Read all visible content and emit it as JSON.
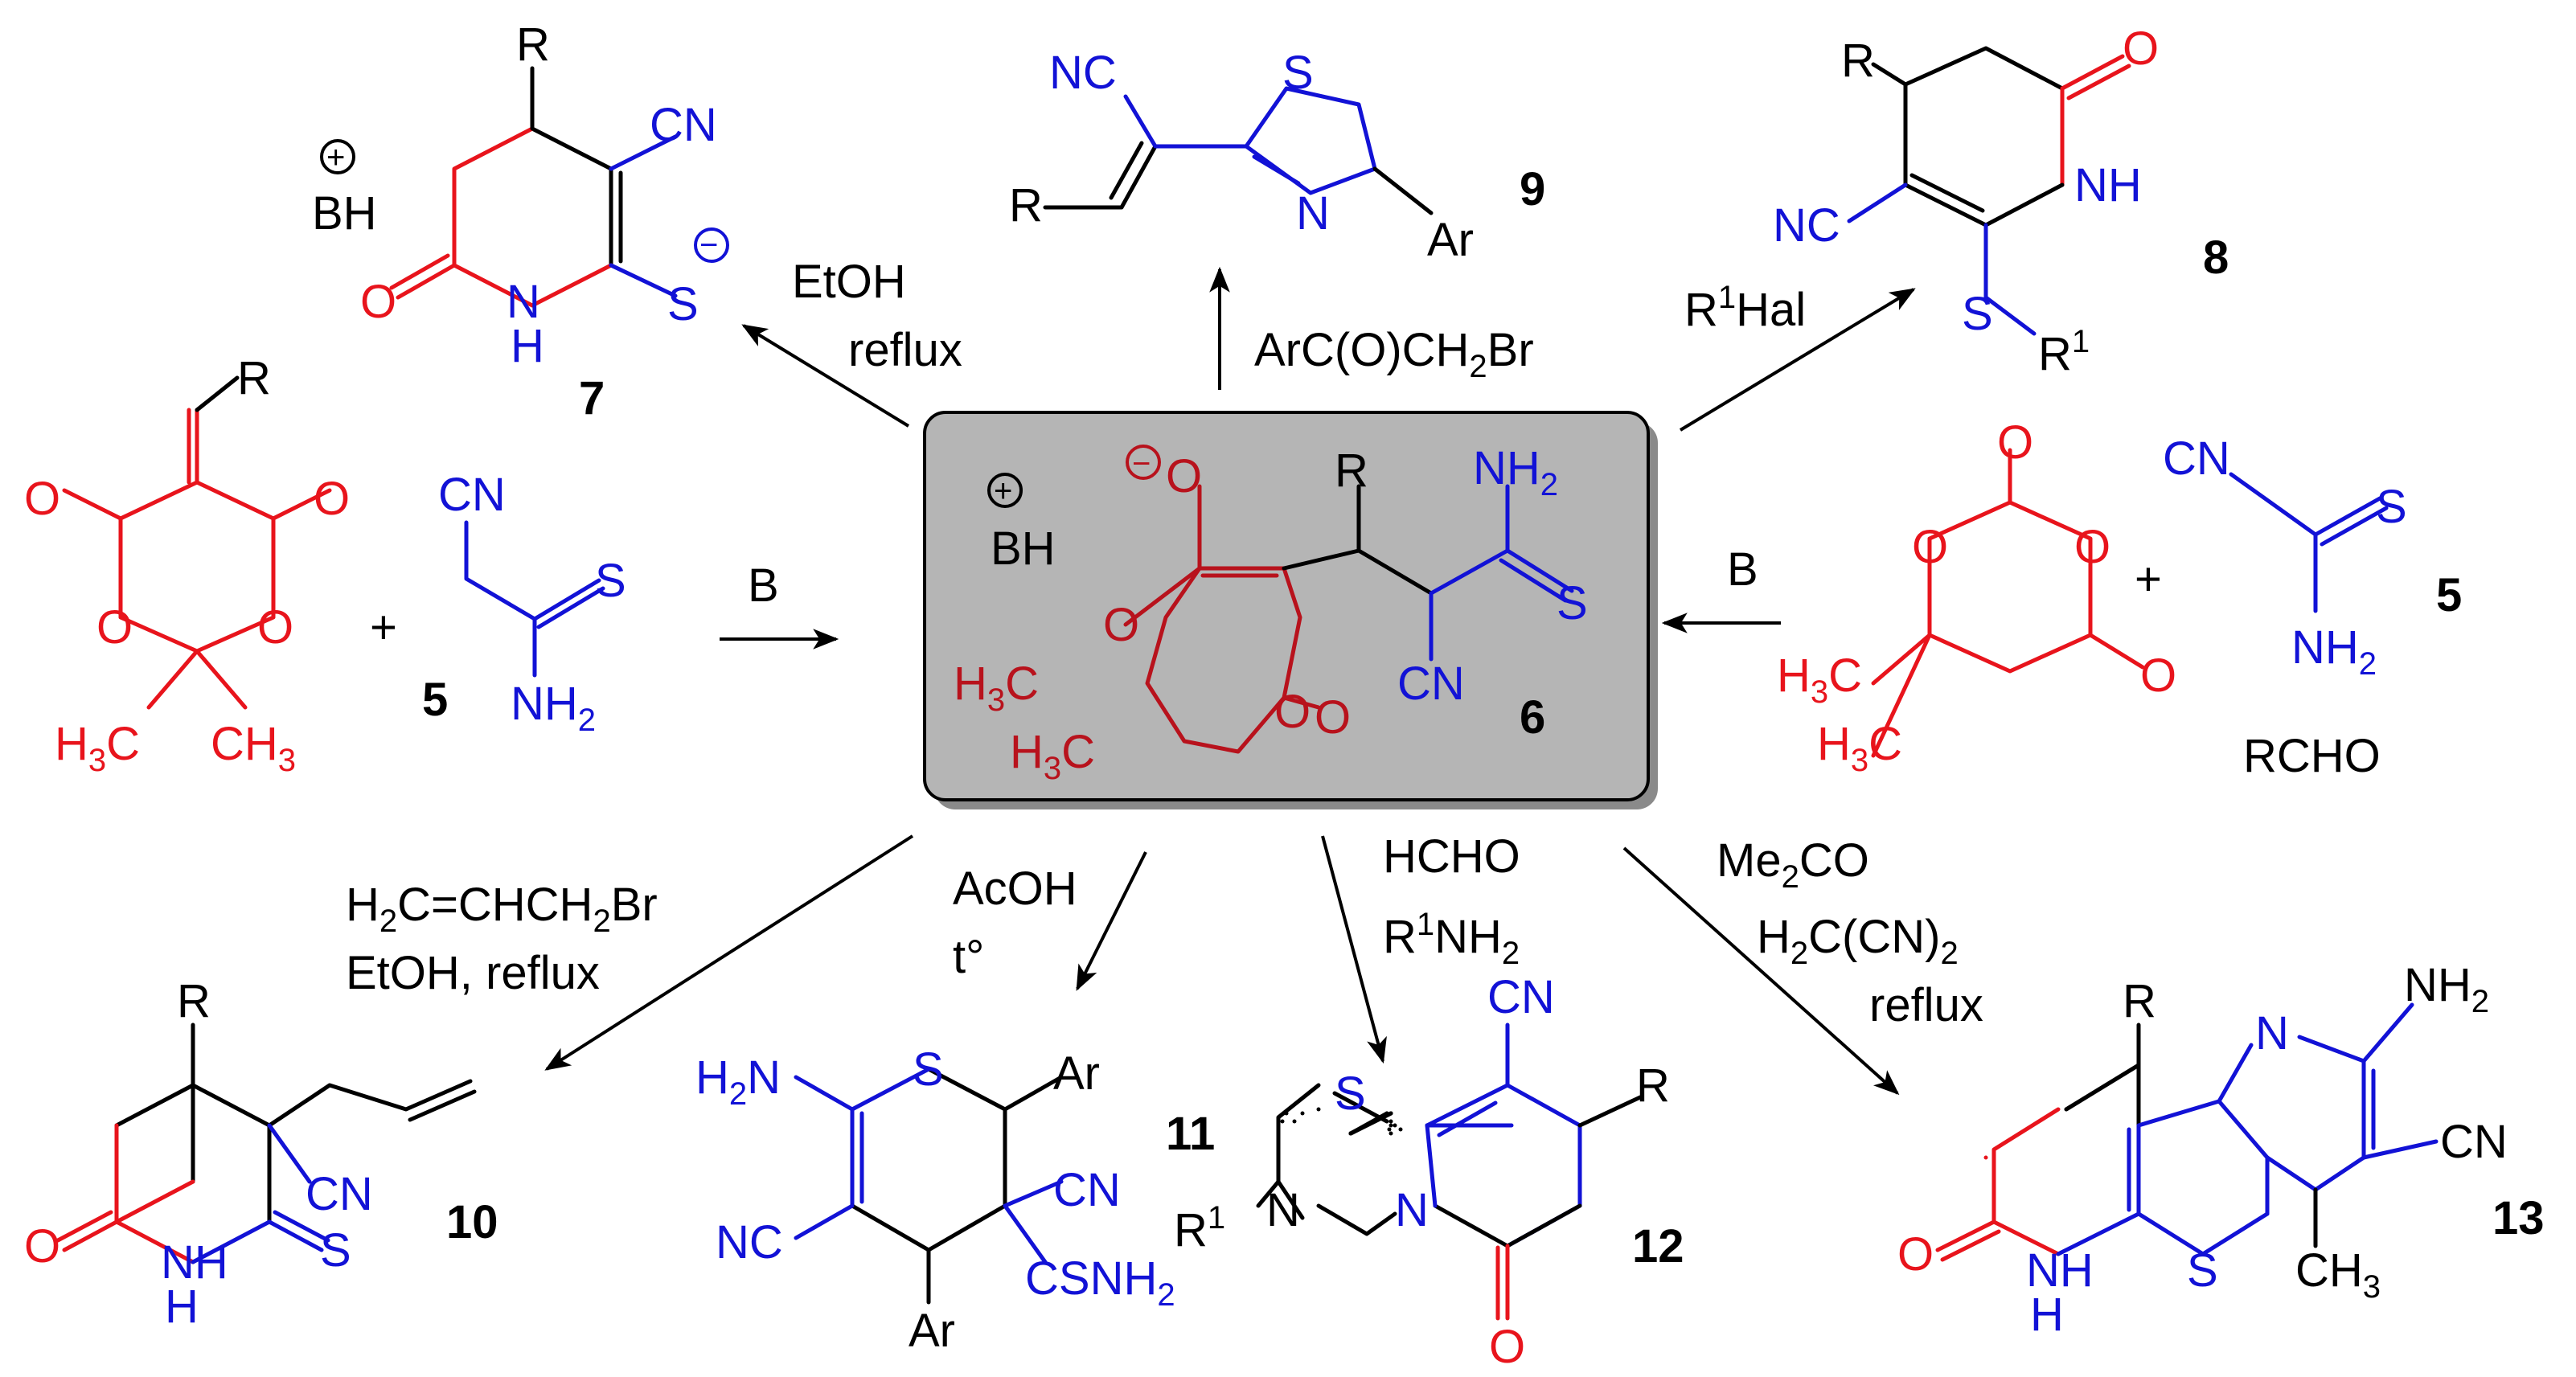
{
  "compound_numbers": {
    "n5a": "5",
    "n5b": "5",
    "n6": "6",
    "n7": "7",
    "n8": "8",
    "n9": "9",
    "n10": "10",
    "n11": "11",
    "n12": "12",
    "n13": "13"
  },
  "atoms": {
    "R": "R",
    "CN": "CN",
    "NC": "NC",
    "S": "S",
    "O": "O",
    "N": "N",
    "H": "H",
    "NH": "NH",
    "NH2": "NH",
    "H2N": "H",
    "H3C": "H",
    "CH3": "CH",
    "Ar": "Ar",
    "BH": "BH",
    "R1": "R",
    "CSNH2": "CSNH",
    "plus": "+",
    "two": "2",
    "three": "3",
    "one": "1",
    "plus_sign": "+",
    "minus": "−"
  },
  "reagents": {
    "etoh": "EtOH",
    "reflux": "reflux",
    "base": "B",
    "rhal_r": "R",
    "rhal_hal": "Hal",
    "aryl_bromide_a": "ArC(O)CH",
    "aryl_bromide_b": "Br",
    "allyl_a": "H",
    "allyl_b": "C=CHCH",
    "allyl_c": "Br",
    "etoh_reflux": "EtOH, reflux",
    "acoh": "AcOH",
    "heat": "t°",
    "hcho": "HCHO",
    "amine_r": "R",
    "amine_nh": "NH",
    "acetone_a": "Me",
    "acetone_b": "CO",
    "malono_a": "H",
    "malono_b": "C(CN)",
    "reflux2": "reflux",
    "rcho": "RCHO",
    "plus": "+"
  },
  "colors": {
    "acid_part": "#e8141c",
    "nitrile_part": "#1212d6",
    "core_acid_part": "#b8121c",
    "bonds": "#000000",
    "box_fill": "#b5b5b5",
    "box_shadow": "#8a8a8a"
  }
}
